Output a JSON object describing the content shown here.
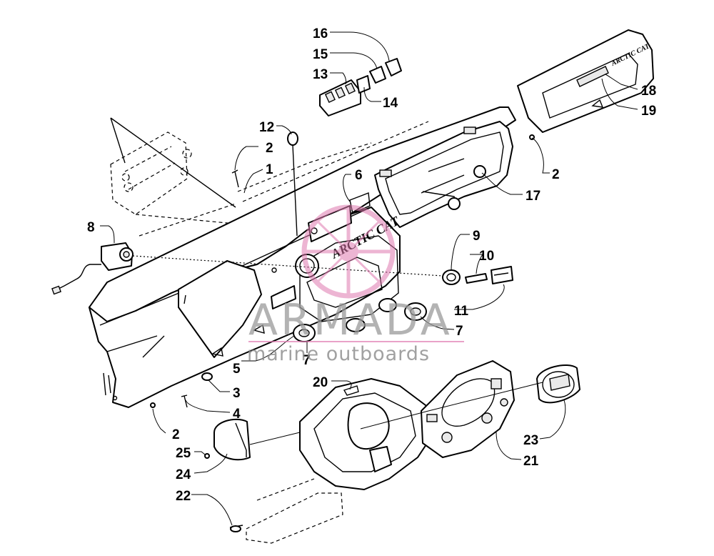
{
  "diagram": {
    "callouts": [
      {
        "id": "c16",
        "text": "16"
      },
      {
        "id": "c15",
        "text": "15"
      },
      {
        "id": "c13",
        "text": "13"
      },
      {
        "id": "c14",
        "text": "14"
      },
      {
        "id": "c18",
        "text": "18"
      },
      {
        "id": "c19",
        "text": "19"
      },
      {
        "id": "c12",
        "text": "12"
      },
      {
        "id": "c2a",
        "text": "2"
      },
      {
        "id": "c1",
        "text": "1"
      },
      {
        "id": "c6",
        "text": "6"
      },
      {
        "id": "c2b",
        "text": "2"
      },
      {
        "id": "c17",
        "text": "17"
      },
      {
        "id": "c8",
        "text": "8"
      },
      {
        "id": "c9",
        "text": "9"
      },
      {
        "id": "c10",
        "text": "10"
      },
      {
        "id": "c11",
        "text": "11"
      },
      {
        "id": "c7a",
        "text": "7"
      },
      {
        "id": "c7b",
        "text": "7"
      },
      {
        "id": "c5",
        "text": "5"
      },
      {
        "id": "c20",
        "text": "20"
      },
      {
        "id": "c3",
        "text": "3"
      },
      {
        "id": "c4",
        "text": "4"
      },
      {
        "id": "c2c",
        "text": "2"
      },
      {
        "id": "c25",
        "text": "25"
      },
      {
        "id": "c24",
        "text": "24"
      },
      {
        "id": "c23",
        "text": "23"
      },
      {
        "id": "c21",
        "text": "21"
      },
      {
        "id": "c22",
        "text": "22"
      }
    ],
    "part_logo_text": "ARCTIC CAT"
  },
  "watermark": {
    "brand": "ARMADA",
    "tagline": "marine outboards",
    "accent_color": "#e07ab0"
  }
}
